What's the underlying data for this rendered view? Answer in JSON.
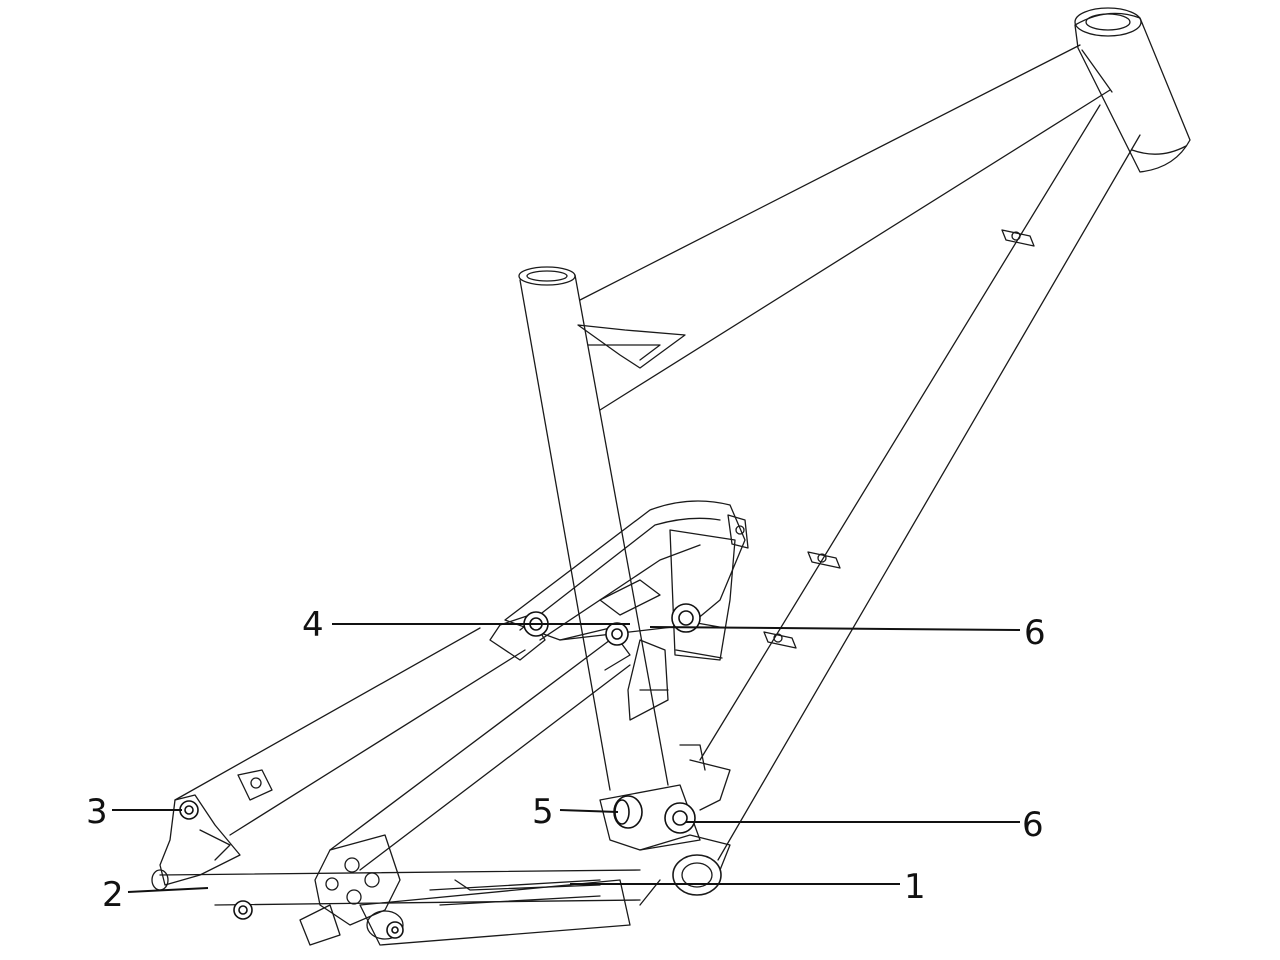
{
  "callouts": [
    {
      "id": "c4",
      "label": "4"
    },
    {
      "id": "c6a",
      "label": "6"
    },
    {
      "id": "c3",
      "label": "3"
    },
    {
      "id": "c5",
      "label": "5"
    },
    {
      "id": "c6b",
      "label": "6"
    },
    {
      "id": "c2",
      "label": "2"
    },
    {
      "id": "c1",
      "label": "1"
    }
  ]
}
